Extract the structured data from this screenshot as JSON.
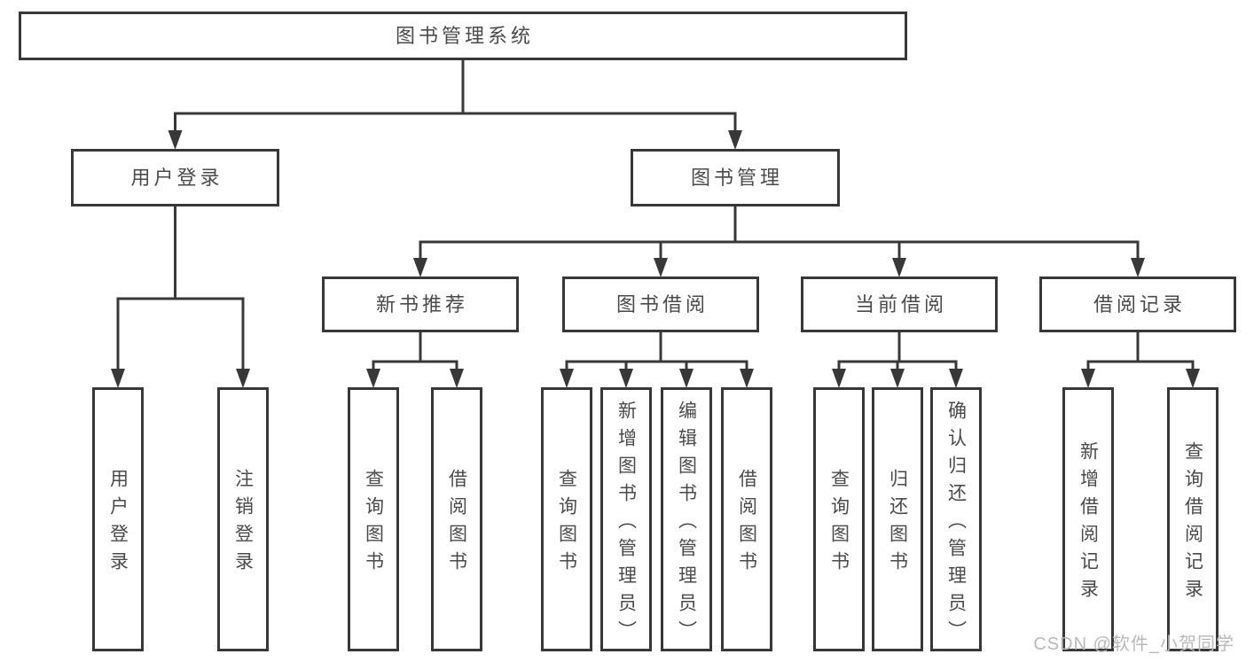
{
  "diagram": {
    "title": "图书管理系统",
    "nodes": [
      {
        "id": "root",
        "label": "图书管理系统",
        "parent": null
      },
      {
        "id": "user-login",
        "label": "用户登录",
        "parent": "root"
      },
      {
        "id": "book-mgmt",
        "label": "图书管理",
        "parent": "root"
      },
      {
        "id": "leaf-user-login",
        "label": "用户登录",
        "parent": "user-login"
      },
      {
        "id": "leaf-logout",
        "label": "注销登录",
        "parent": "user-login"
      },
      {
        "id": "new-book-rec",
        "label": "新书推荐",
        "parent": "book-mgmt"
      },
      {
        "id": "book-borrow",
        "label": "图书借阅",
        "parent": "book-mgmt"
      },
      {
        "id": "current-borrow",
        "label": "当前借阅",
        "parent": "book-mgmt"
      },
      {
        "id": "borrow-records",
        "label": "借阅记录",
        "parent": "book-mgmt"
      },
      {
        "id": "rec-query-books",
        "label": "查询图书",
        "parent": "new-book-rec"
      },
      {
        "id": "rec-borrow-books",
        "label": "借阅图书",
        "parent": "new-book-rec"
      },
      {
        "id": "bb-query-books",
        "label": "查询图书",
        "parent": "book-borrow"
      },
      {
        "id": "bb-add-books",
        "label": "新增图书（管理员）",
        "parent": "book-borrow"
      },
      {
        "id": "bb-edit-books",
        "label": "编辑图书（管理员）",
        "parent": "book-borrow"
      },
      {
        "id": "bb-borrow-books",
        "label": "借阅图书",
        "parent": "book-borrow"
      },
      {
        "id": "cb-query-books",
        "label": "查询图书",
        "parent": "current-borrow"
      },
      {
        "id": "cb-return-books",
        "label": "归还图书",
        "parent": "current-borrow"
      },
      {
        "id": "cb-confirm-return",
        "label": "确认归还（管理员）",
        "parent": "current-borrow"
      },
      {
        "id": "br-add-record",
        "label": "新增借阅记录",
        "parent": "borrow-records"
      },
      {
        "id": "br-query-record",
        "label": "查询借阅记录",
        "parent": "borrow-records"
      }
    ],
    "colors": {
      "line": "#383838",
      "box_border": "#383838",
      "box_fill": "#ffffff",
      "text": "#4a4a4a",
      "watermark": "#b9b9b9"
    }
  },
  "watermark": {
    "text": "CSDN @软件_小贺同学"
  }
}
